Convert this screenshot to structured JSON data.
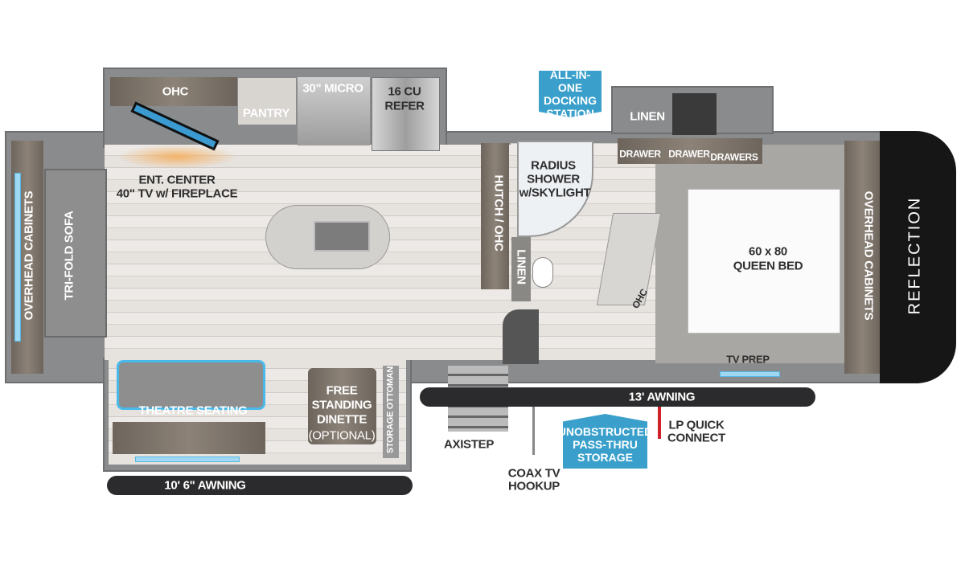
{
  "labels": {
    "ohc_top": "OHC",
    "pantry": "PANTRY",
    "micro": "30\" MICRO",
    "refer_1": "16 CU",
    "refer_2": "REFER",
    "ent_center_1": "ENT. CENTER",
    "ent_center_2": "40\" TV w/ FIREPLACE",
    "overhead_left": "OVERHEAD CABINETS",
    "sofa": "TRI-FOLD SOFA",
    "hutch": "HUTCH / OHC",
    "shower_1": "RADIUS",
    "shower_2": "SHOWER",
    "shower_3": "w/SKYLIGHT",
    "linen_bath": "LINEN",
    "linen_bed": "LINEN",
    "drawer_1": "DRAWER",
    "drawer_2": "DRAWER",
    "drawers": "DRAWERS",
    "bed_1": "60 x 80",
    "bed_2": "QUEEN BED",
    "ohc_bed": "OHC",
    "overhead_right": "OVERHEAD CABINETS",
    "brand": "REFLECTION",
    "tv_prep": "TV PREP",
    "theatre": "THEATRE SEATING",
    "dinette_1": "FREE",
    "dinette_2": "STANDING",
    "dinette_3": "DINETTE",
    "dinette_4": "(OPTIONAL)",
    "ottoman": "STORAGE OTTOMAN",
    "axistep": "AXISTEP",
    "coax_1": "COAX TV",
    "coax_2": "HOOKUP",
    "lp_1": "LP QUICK",
    "lp_2": "CONNECT",
    "awning_right": "13' AWNING",
    "awning_left": "10' 6\" AWNING"
  },
  "callouts": {
    "docking": [
      "ALL-IN-ONE",
      "DOCKING",
      "STATION"
    ],
    "storage": [
      "UNOBSTRUCTED",
      "PASS-THRU",
      "STORAGE"
    ]
  },
  "colors": {
    "callout": "#3aa0cb",
    "accent_light": "#9fd8f2",
    "lp_line": "#d0202a"
  }
}
